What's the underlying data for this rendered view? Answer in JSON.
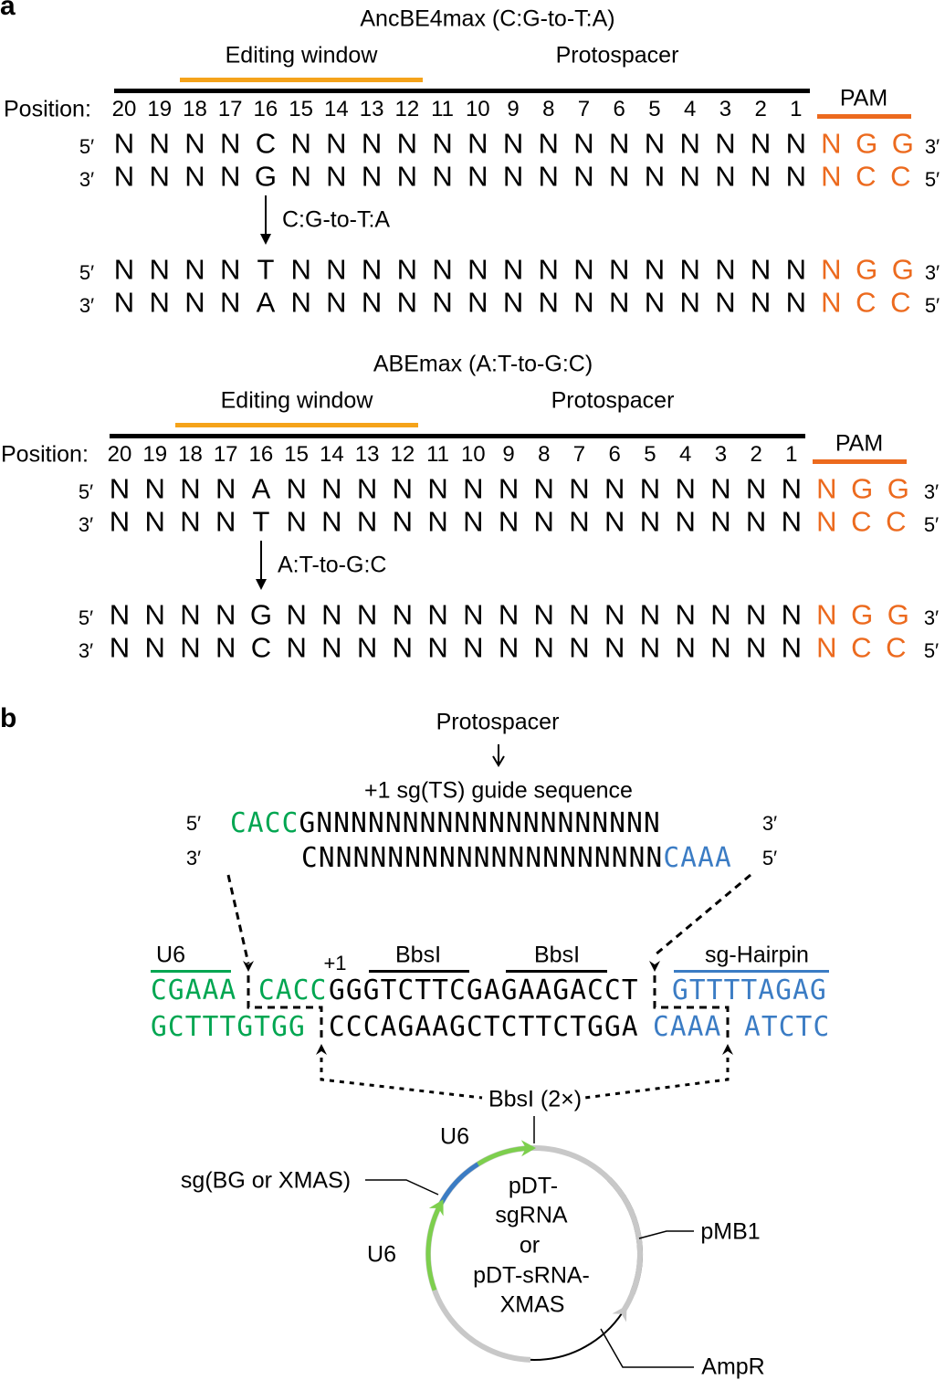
{
  "colors": {
    "orange": "#ec6a1e",
    "window": "#f5a31a",
    "green": "#00a651",
    "blue": "#3b7cc4",
    "light_green": "#7dcf4d",
    "dark_gray": "#6d6d6d",
    "light_gray": "#c8c8c8"
  },
  "panel_a": {
    "label": "a",
    "blocks": [
      {
        "title": "AncBE4max (C:G-to-T:A)",
        "window_label": "Editing window",
        "protospacer_label": "Protospacer",
        "pam_label": "PAM",
        "position_label": "Position:",
        "positions": [
          "20",
          "19",
          "18",
          "17",
          "16",
          "15",
          "14",
          "13",
          "12",
          "11",
          "10",
          "9",
          "8",
          "7",
          "6",
          "5",
          "4",
          "3",
          "2",
          "1"
        ],
        "before_top": "NNNNCNNNNNNNNNNNNNNN",
        "before_bottom": "NNNNGNNNNNNNNNNNNNNN",
        "after_top": "NNNNTNNNNNNNNNNNNNNN",
        "after_bottom": "NNNNANNNNNNNNNNNNNNN",
        "pam_top": "NGG",
        "pam_bottom": "NCC",
        "conversion": "C:G-to-T:A"
      },
      {
        "title": "ABEmax (A:T-to-G:C)",
        "window_label": "Editing window",
        "protospacer_label": "Protospacer",
        "pam_label": "PAM",
        "position_label": "Position:",
        "positions": [
          "20",
          "19",
          "18",
          "17",
          "16",
          "15",
          "14",
          "13",
          "12",
          "11",
          "10",
          "9",
          "8",
          "7",
          "6",
          "5",
          "4",
          "3",
          "2",
          "1"
        ],
        "before_top": "NNNNANNNNNNNNNNNNNNN",
        "before_bottom": "NNNNTNNNNNNNNNNNNNNN",
        "after_top": "NNNNGNNNNNNNNNNNNNNN",
        "after_bottom": "NNNNCNNNNNNNNNNNNNNN",
        "pam_top": "NGG",
        "pam_bottom": "NCC",
        "conversion": "A:T-to-G:C"
      }
    ],
    "end5": "5′",
    "end3": "3′"
  },
  "panel_b": {
    "label": "b",
    "protospacer_label": "Protospacer",
    "guide_label": "+1 sg(TS) guide sequence",
    "oligo_top": {
      "left_end": "5′",
      "overhang": "CACC",
      "seq": "GNNNNNNNNNNNNNNNNNNNN",
      "right_end": "3′"
    },
    "oligo_bottom": {
      "left_end": "3′",
      "seq": "CNNNNNNNNNNNNNNNNNNNN",
      "overhang": "CAAA",
      "right_end": "5′"
    },
    "vector_labels": {
      "u6": "U6",
      "plus1": "+1",
      "bbsi_1": "BbsI",
      "bbsi_2": "BbsI",
      "hairpin": "sg-Hairpin"
    },
    "vector_top": {
      "u6": "CGAAA",
      "cacc": "CACC",
      "middle": "GGGTCTTCGAGAAGACCT",
      "hairpin": "GTTTTAGAG"
    },
    "vector_bottom": {
      "u6": "GCTTTGTGG",
      "middle": "CCCAGAAGCTCTTCTGGA",
      "caaa": "CAAA",
      "hairpin": "ATCTC"
    },
    "bbsi_cut": "BbsI (2×)",
    "plasmid": {
      "name_lines": [
        "pDT-",
        "sgRNA",
        "or",
        "pDT-sRNA-",
        "XMAS"
      ],
      "u6_top": "U6",
      "u6_left": "U6",
      "sg": "sg(BG or XMAS)",
      "pmb1": "pMB1",
      "ampr": "AmpR"
    }
  }
}
